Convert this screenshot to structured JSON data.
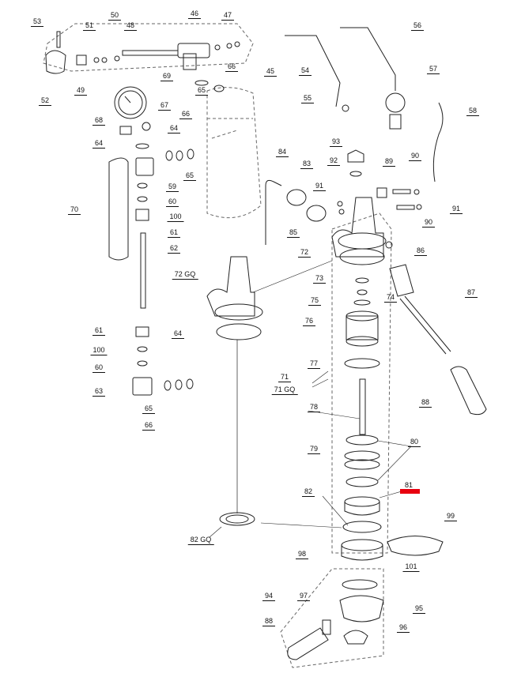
{
  "title": "Exploded parts diagram",
  "highlight_color": "#e8000f",
  "highlighted_part": "81",
  "labels": [
    "53",
    "51",
    "50",
    "48",
    "46",
    "47",
    "45",
    "52",
    "49",
    "69",
    "65",
    "66",
    "67",
    "68",
    "66",
    "64",
    "64",
    "59",
    "65",
    "60",
    "100",
    "61",
    "70",
    "62",
    "72 GQ",
    "61",
    "100",
    "60",
    "63",
    "64",
    "65",
    "66",
    "56",
    "54",
    "55",
    "57",
    "58",
    "93",
    "92",
    "89",
    "90",
    "90",
    "91",
    "91",
    "84",
    "83",
    "85",
    "72",
    "86",
    "73",
    "75",
    "74",
    "87",
    "76",
    "77",
    "71",
    "71 GQ",
    "78",
    "88",
    "80",
    "79",
    "81",
    "82",
    "99",
    "82 GQ",
    "98",
    "101",
    "95",
    "94",
    "97",
    "88",
    "96"
  ]
}
